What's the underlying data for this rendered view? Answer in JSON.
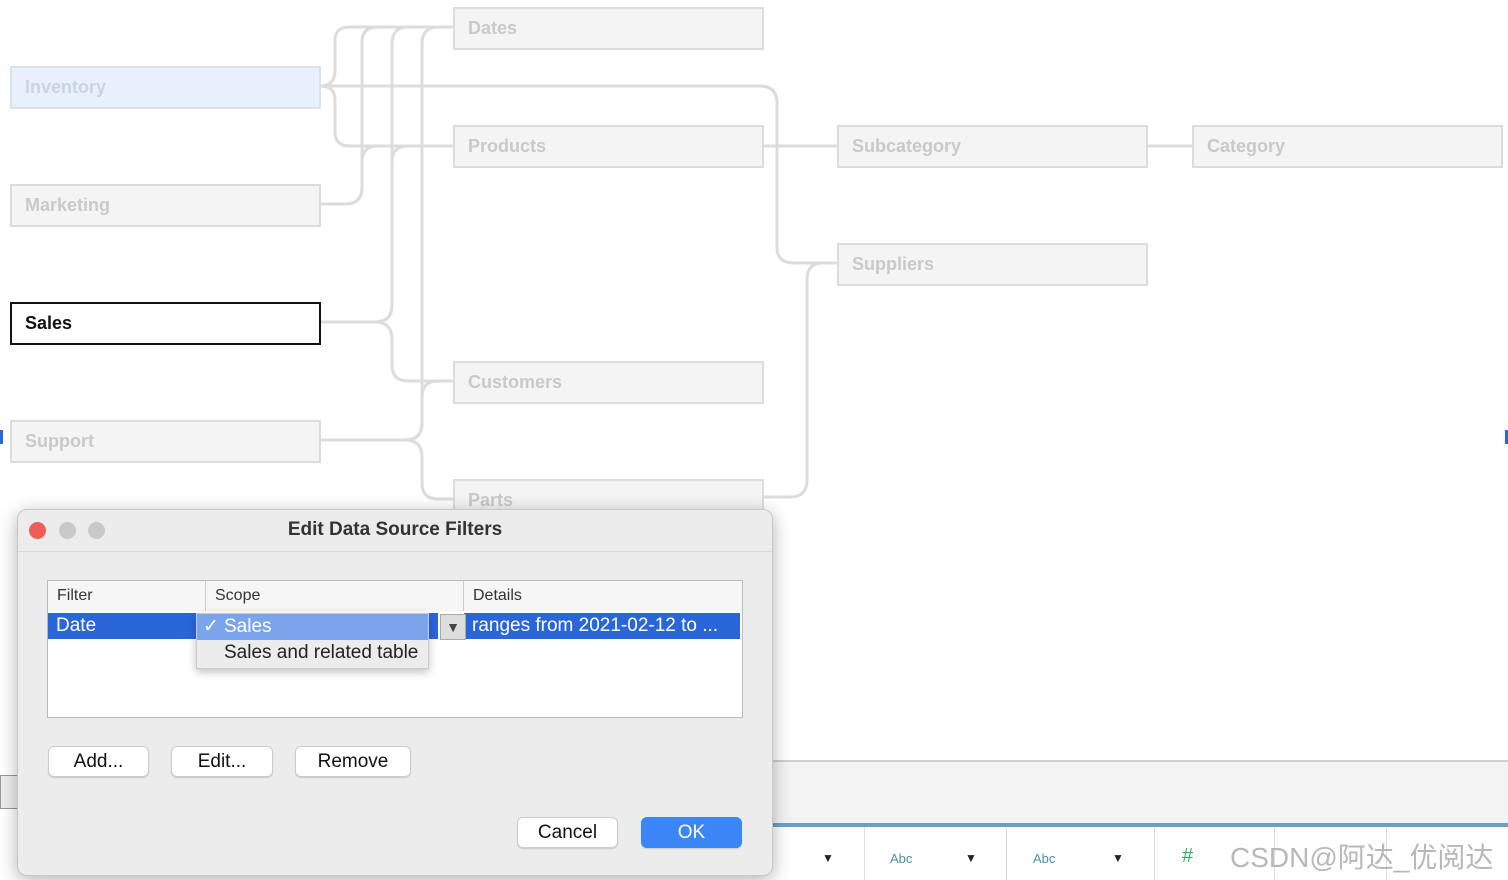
{
  "tables": {
    "inventory": "Inventory",
    "marketing": "Marketing",
    "sales": "Sales",
    "support": "Support",
    "dates": "Dates",
    "products": "Products",
    "customers": "Customers",
    "parts": "Parts",
    "subcategory": "Subcategory",
    "suppliers": "Suppliers",
    "category": "Category"
  },
  "dialog": {
    "title": "Edit Data Source Filters",
    "columns": [
      "Filter",
      "Scope",
      "Details"
    ],
    "row": {
      "filter": "Date",
      "scope": "Sales",
      "details": "ranges from 2021-02-12 to ..."
    },
    "scope_options": [
      {
        "label": "Sales",
        "checked": true
      },
      {
        "label": "Sales and related table",
        "checked": false
      }
    ],
    "add": "Add...",
    "edit": "Edit...",
    "remove": "Remove",
    "cancel": "Cancel",
    "ok": "OK"
  },
  "grid": {
    "type_labels": [
      "Abc",
      "Abc"
    ],
    "number_icon": "#"
  },
  "watermark": "CSDN@阿达_优阅达",
  "colors": {
    "accent": "#3a86f7",
    "selection": "#2a65d9",
    "close": "#ec5f57"
  }
}
